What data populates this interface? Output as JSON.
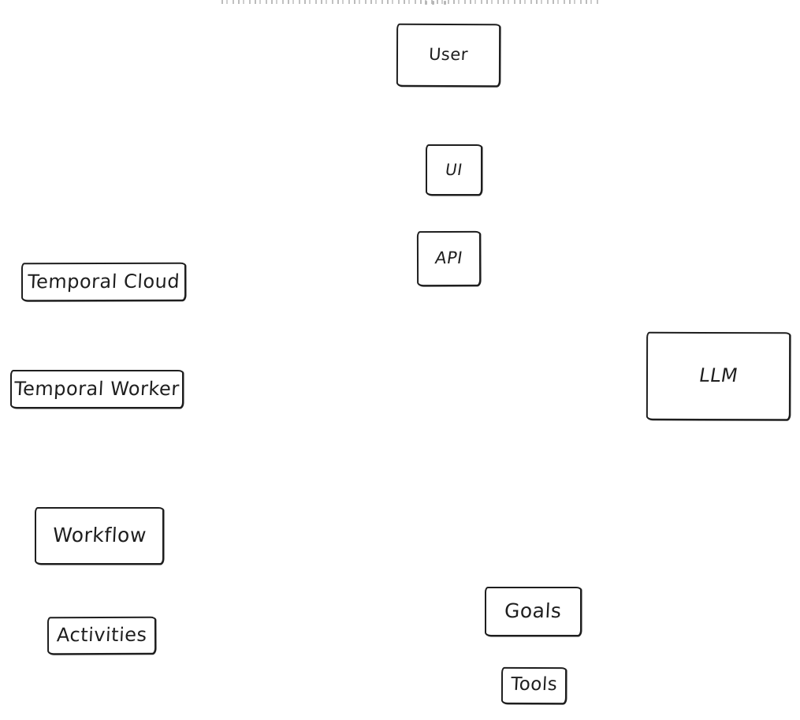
{
  "canvas": {
    "background": "#ffffff",
    "stroke_color": "#1e1e1e",
    "text_color": "#1e1e1e",
    "node_fill": "#ffffff",
    "style": "hand-drawn whiteboard (excalidraw-like)"
  },
  "diagram": {
    "type": "diagram",
    "nodes": [
      {
        "id": "user",
        "label": "User"
      },
      {
        "id": "ui",
        "label": "UI"
      },
      {
        "id": "api",
        "label": "API"
      },
      {
        "id": "temporal_cloud",
        "label": "Temporal Cloud"
      },
      {
        "id": "temporal_worker",
        "label": "Temporal Worker"
      },
      {
        "id": "llm",
        "label": "LLM"
      },
      {
        "id": "workflow",
        "label": "Workflow"
      },
      {
        "id": "activities",
        "label": "Activities"
      },
      {
        "id": "goals",
        "label": "Goals"
      },
      {
        "id": "tools",
        "label": "Tools"
      }
    ],
    "edges": []
  }
}
